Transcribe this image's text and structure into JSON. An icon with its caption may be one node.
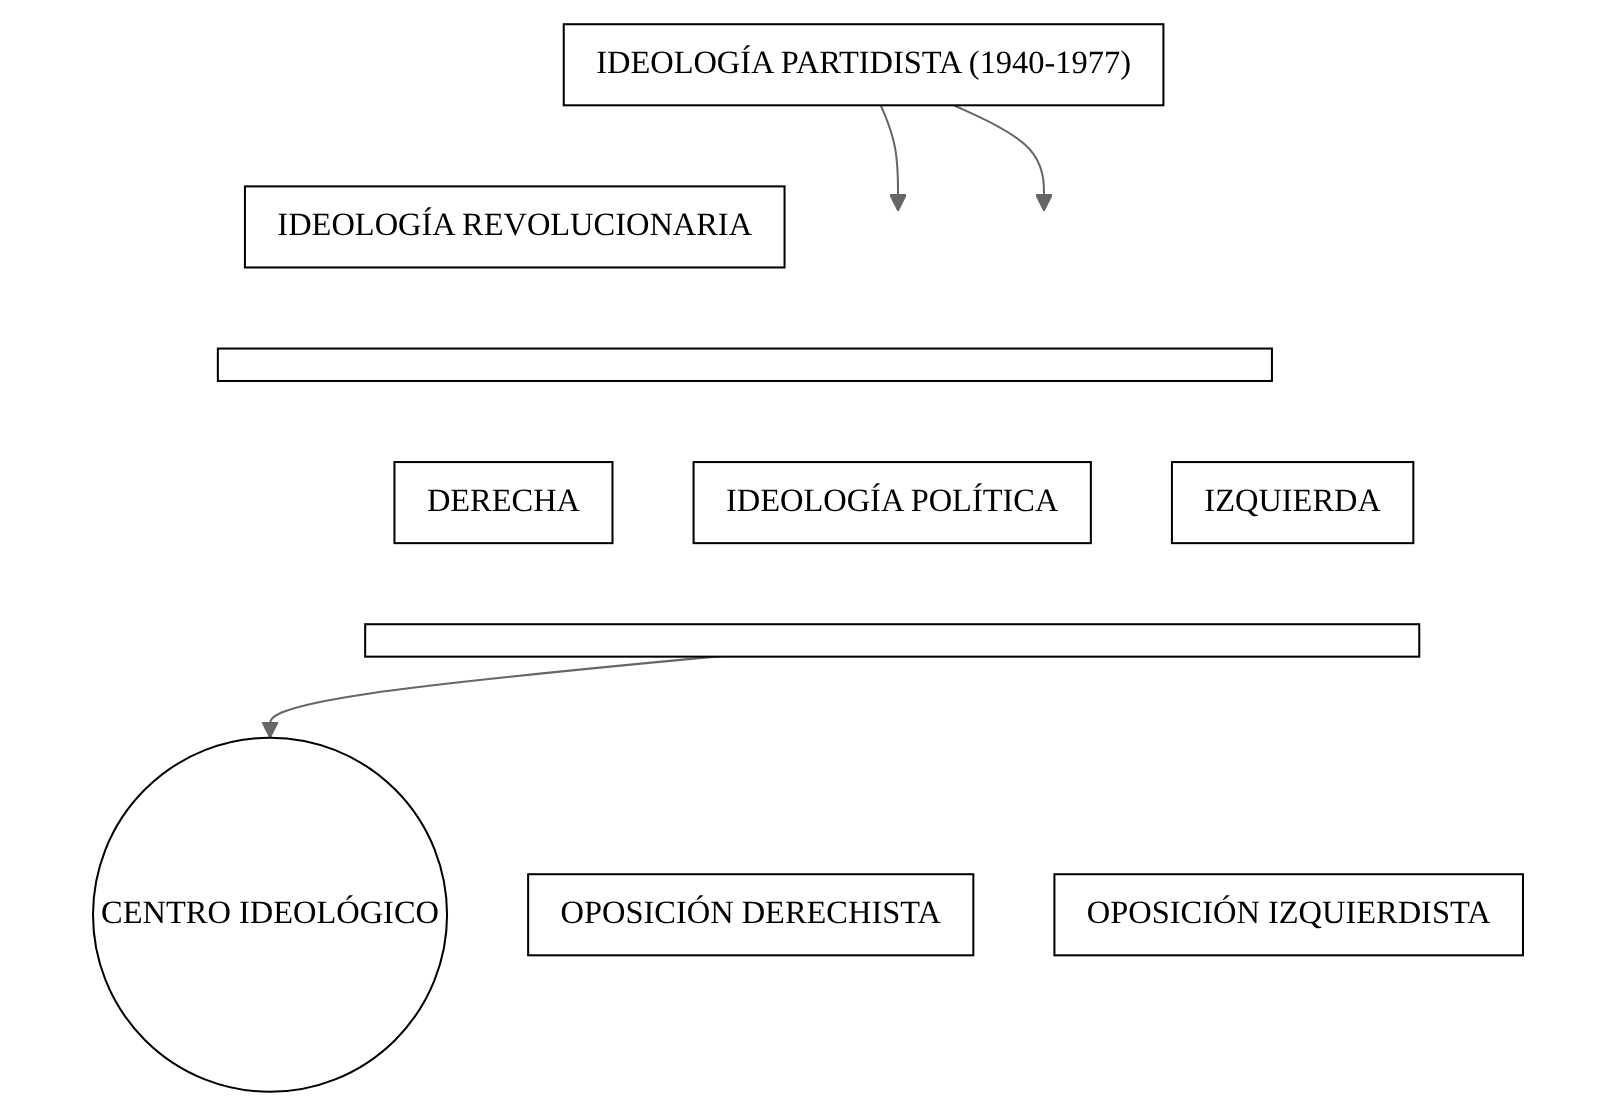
{
  "diagram": {
    "nodes": [
      {
        "text": [
          "IDEOLOGÍA PARTIDISTA (1940-1977)"
        ]
      },
      {
        "text": [
          "IDEOLOGÍA REVOLUCIONARIA"
        ]
      },
      {
        "text": [],
        "shape": "bar"
      },
      {
        "text": [
          "DERECHA"
        ]
      },
      {
        "text": [
          "IDEOLOGÍA POLÍTICA"
        ]
      },
      {
        "text": [
          "IZQUIERDA"
        ]
      },
      {
        "text": [],
        "shape": "bar"
      },
      {
        "text": [
          "OPOSICIÓN DERECHISTA"
        ]
      },
      {
        "text": [
          "CENTRO IDEOLÓGICO"
        ]
      },
      {
        "text": [
          "OPOSICIÓN IZQUIERDISTA"
        ]
      }
    ],
    "edges": [
      {
        "from": 0,
        "to": null,
        "arrow": "to"
      },
      {
        "from": 0,
        "to": null,
        "arrow": "to"
      },
      {
        "from": 6,
        "to": 8,
        "arrow": "to"
      }
    ]
  }
}
